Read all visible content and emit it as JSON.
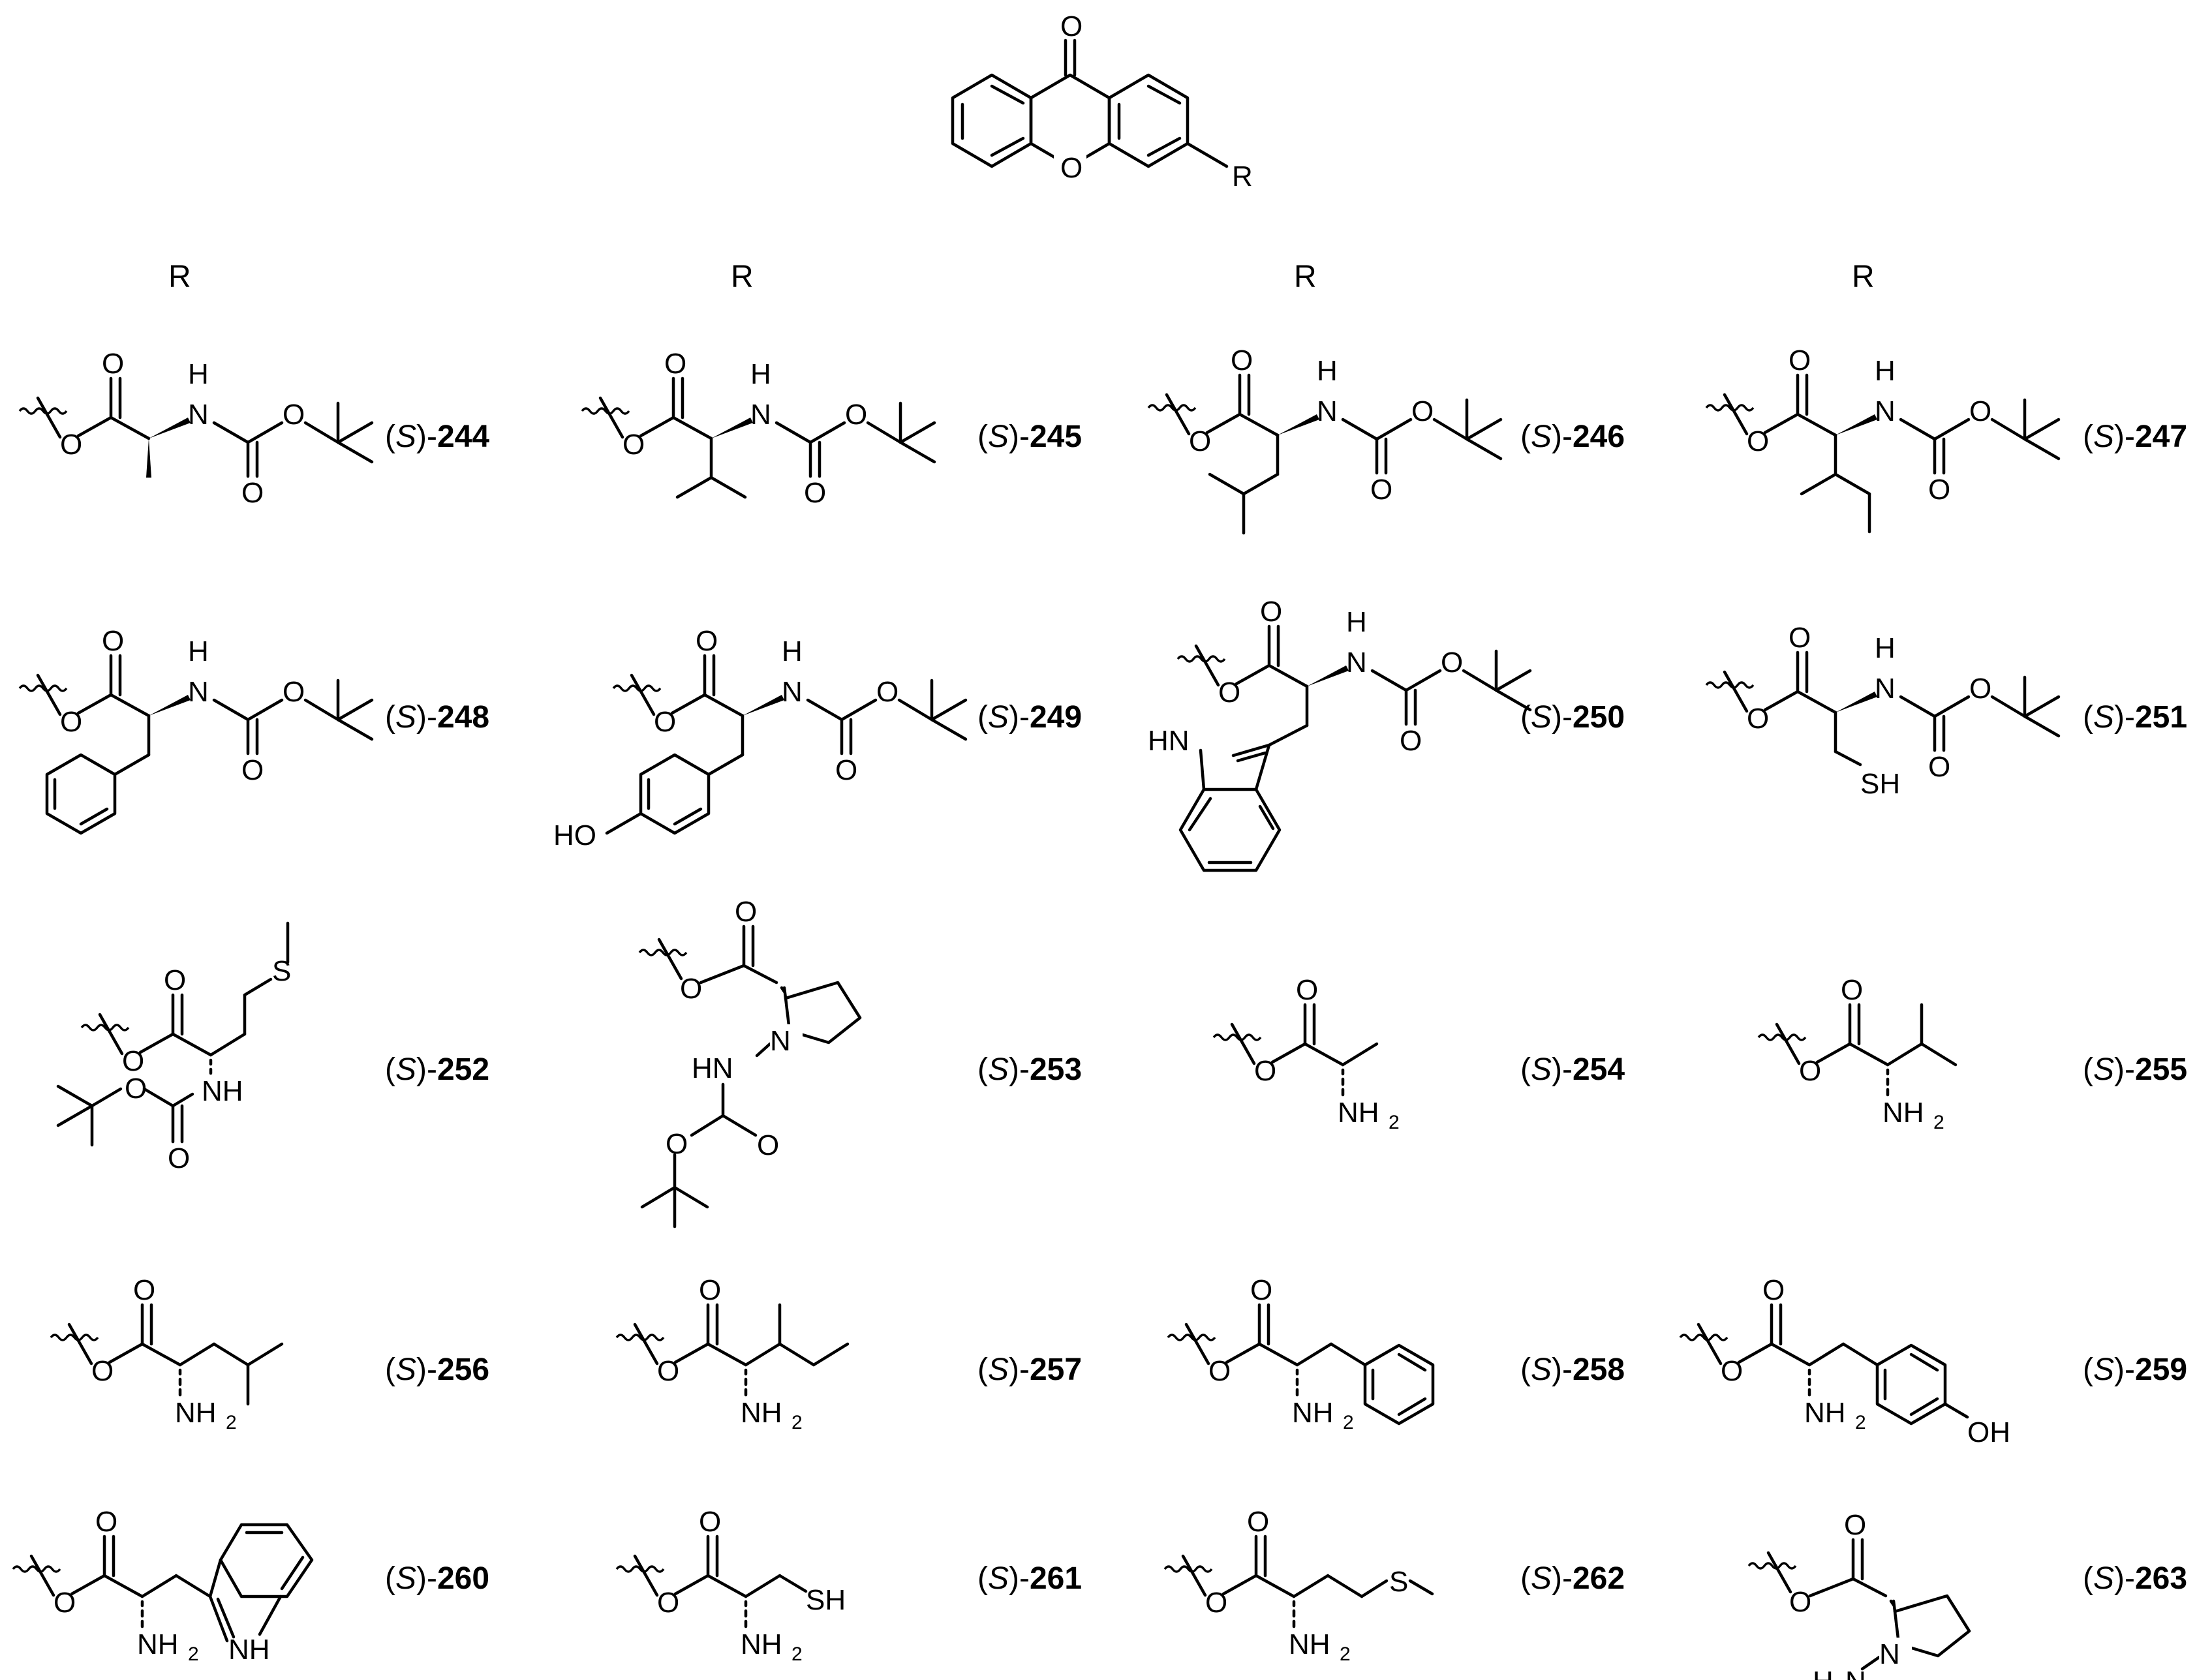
{
  "core": {
    "oxo": "O",
    "ring_o": "O",
    "r": "R"
  },
  "column_headers": [
    "R",
    "R",
    "R",
    "R"
  ],
  "atoms": {
    "O": "O",
    "H": "H",
    "N": "N",
    "NH": "NH",
    "HN": "HN",
    "HO": "HO",
    "OH": "OH",
    "SH": "SH",
    "S": "S",
    "NH2": "NH",
    "H2N": "H",
    "NHn": "N",
    "sub2": "2"
  },
  "compounds": [
    {
      "stereo": "S",
      "number": "244"
    },
    {
      "stereo": "S",
      "number": "245"
    },
    {
      "stereo": "S",
      "number": "246"
    },
    {
      "stereo": "S",
      "number": "247"
    },
    {
      "stereo": "S",
      "number": "248"
    },
    {
      "stereo": "S",
      "number": "249"
    },
    {
      "stereo": "S",
      "number": "250"
    },
    {
      "stereo": "S",
      "number": "251"
    },
    {
      "stereo": "S",
      "number": "252"
    },
    {
      "stereo": "S",
      "number": "253"
    },
    {
      "stereo": "S",
      "number": "254"
    },
    {
      "stereo": "S",
      "number": "255"
    },
    {
      "stereo": "S",
      "number": "256"
    },
    {
      "stereo": "S",
      "number": "257"
    },
    {
      "stereo": "S",
      "number": "258"
    },
    {
      "stereo": "S",
      "number": "259"
    },
    {
      "stereo": "S",
      "number": "260"
    },
    {
      "stereo": "S",
      "number": "261"
    },
    {
      "stereo": "S",
      "number": "262"
    },
    {
      "stereo": "S",
      "number": "263"
    }
  ]
}
